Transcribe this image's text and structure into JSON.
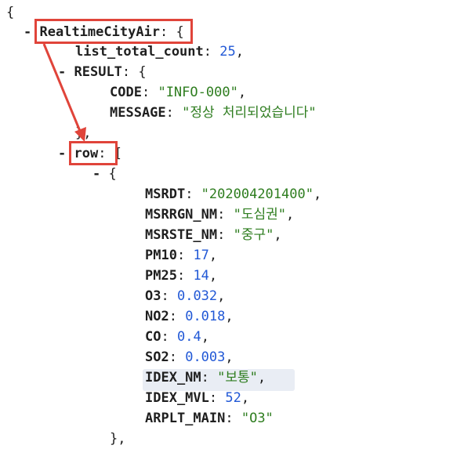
{
  "json_view": {
    "open_brace": "{",
    "root": {
      "toggle": "-",
      "key": "RealtimeCityAir",
      "colon": ":",
      "open": " {"
    },
    "list_total_count": {
      "key": "list_total_count",
      "colon": ":",
      "value": "25",
      "comma": ","
    },
    "result": {
      "toggle": "-",
      "key": "RESULT",
      "colon": ":",
      "open": " {",
      "code": {
        "key": "CODE",
        "colon": ":",
        "value": "\"INFO-000\"",
        "comma": ","
      },
      "message": {
        "key": "MESSAGE",
        "colon": ":",
        "value": "\"정상 처리되었습니다\""
      },
      "close": "},"
    },
    "row": {
      "toggle": "-",
      "key": "row",
      "colon": ":",
      "open": " [",
      "item_toggle": "-",
      "item_open": "{",
      "fields": [
        {
          "key": "MSRDT",
          "value": "\"202004201400\"",
          "type": "string"
        },
        {
          "key": "MSRRGN_NM",
          "value": "\"도심권\"",
          "type": "string"
        },
        {
          "key": "MSRSTE_NM",
          "value": "\"중구\"",
          "type": "string"
        },
        {
          "key": "PM10",
          "value": "17",
          "type": "number"
        },
        {
          "key": "PM25",
          "value": "14",
          "type": "number"
        },
        {
          "key": "O3",
          "value": "0.032",
          "type": "number"
        },
        {
          "key": "NO2",
          "value": "0.018",
          "type": "number"
        },
        {
          "key": "CO",
          "value": "0.4",
          "type": "number"
        },
        {
          "key": "SO2",
          "value": "0.003",
          "type": "number"
        },
        {
          "key": "IDEX_NM",
          "value": "\"보통\"",
          "type": "string",
          "highlighted": true
        },
        {
          "key": "IDEX_MVL",
          "value": "52",
          "type": "number"
        },
        {
          "key": "ARPLT_MAIN",
          "value": "\"O3\"",
          "type": "string",
          "last": true
        }
      ],
      "item_close": "},"
    }
  },
  "colors": {
    "key": "#1f1f1f",
    "string": "#2e7d1f",
    "number": "#2158d6",
    "annotation": "#e0443a",
    "row_highlight": "#e9edf4"
  }
}
